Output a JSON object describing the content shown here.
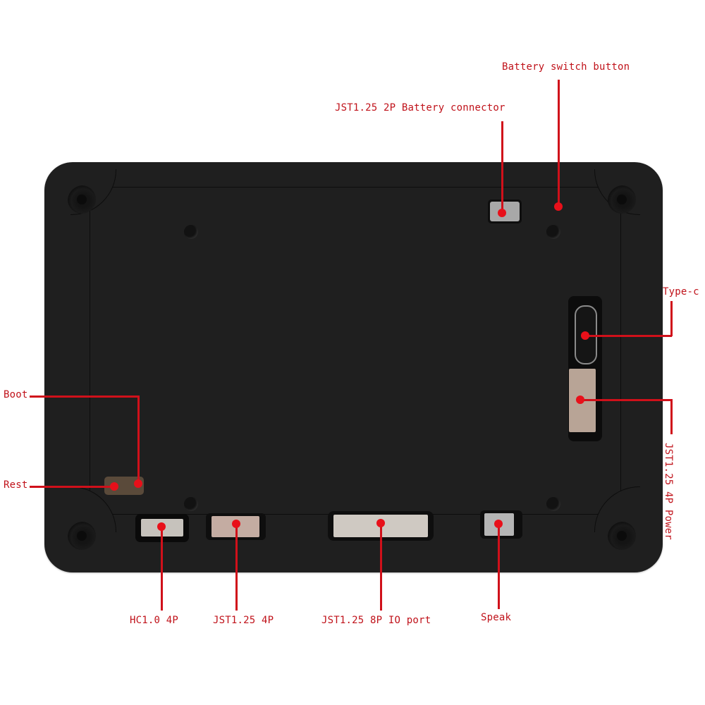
{
  "diagram": {
    "subject": "Device back panel with connector callouts",
    "colors": {
      "background": "#ffffff",
      "device_body": "#1f1f1f",
      "callout": "#d0101a",
      "label_text": "#c0121a"
    },
    "callouts": [
      {
        "id": "battery-switch",
        "label": "Battery switch button"
      },
      {
        "id": "battery-connector",
        "label": "JST1.25 2P Battery connector"
      },
      {
        "id": "type-c",
        "label": "Type-c"
      },
      {
        "id": "power-4p",
        "label": "JST1.25 4P Power"
      },
      {
        "id": "boot",
        "label": "Boot"
      },
      {
        "id": "reset",
        "label": "Rest"
      },
      {
        "id": "hc-4p",
        "label": "HC1.0 4P"
      },
      {
        "id": "jst-4p",
        "label": "JST1.25 4P"
      },
      {
        "id": "io-8p",
        "label": "JST1.25 8P IO port"
      },
      {
        "id": "speaker",
        "label": "Speak"
      }
    ]
  }
}
